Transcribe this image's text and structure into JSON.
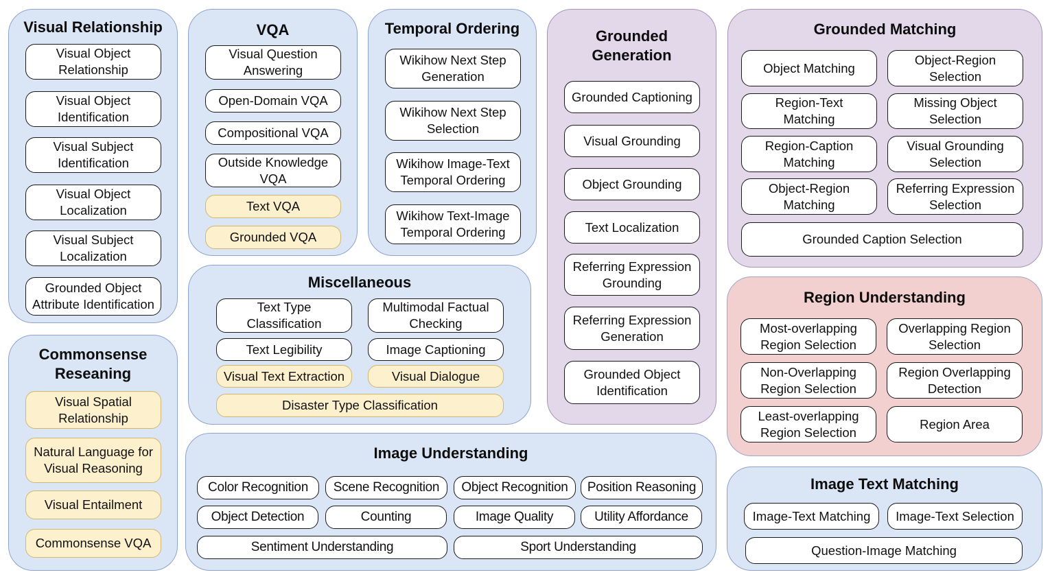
{
  "groups": {
    "visual_relationship": {
      "title": "Visual Relationship",
      "color": "blue",
      "items": [
        {
          "label": "Visual Object\nRelationship",
          "highlight": false
        },
        {
          "label": "Visual Object\nIdentification",
          "highlight": false
        },
        {
          "label": "Visual Subject\nIdentification",
          "highlight": false
        },
        {
          "label": "Visual Object\nLocalization",
          "highlight": false
        },
        {
          "label": "Visual Subject\nLocalization",
          "highlight": false
        },
        {
          "label": "Grounded Object\nAttribute Identification",
          "highlight": false
        }
      ]
    },
    "commonsense": {
      "title": "Commonsense\nReseaning",
      "color": "blue",
      "items": [
        {
          "label": "Visual Spatial\nRelationship",
          "highlight": true
        },
        {
          "label": "Natural Language for\nVisual Reasoning",
          "highlight": true
        },
        {
          "label": "Visual Entailment",
          "highlight": true
        },
        {
          "label": "Commonsense VQA",
          "highlight": true
        }
      ]
    },
    "vqa": {
      "title": "VQA",
      "color": "blue",
      "items": [
        {
          "label": "Visual Question\nAnswering",
          "highlight": false
        },
        {
          "label": "Open-Domain VQA",
          "highlight": false
        },
        {
          "label": "Compositional VQA",
          "highlight": false
        },
        {
          "label": "Outside Knowledge\nVQA",
          "highlight": false
        },
        {
          "label": "Text VQA",
          "highlight": true
        },
        {
          "label": "Grounded VQA",
          "highlight": true
        }
      ]
    },
    "temporal": {
      "title": "Temporal Ordering",
      "color": "blue",
      "items": [
        {
          "label": "Wikihow Next Step\nGeneration",
          "highlight": false
        },
        {
          "label": "Wikihow Next Step\nSelection",
          "highlight": false
        },
        {
          "label": "Wikihow Image-Text\nTemporal Ordering",
          "highlight": false
        },
        {
          "label": "Wikihow Text-Image\nTemporal Ordering",
          "highlight": false
        }
      ]
    },
    "misc": {
      "title": "Miscellaneous",
      "color": "blue",
      "items": [
        {
          "label": "Text Type\nClassification",
          "highlight": false
        },
        {
          "label": "Multimodal Factual\nChecking",
          "highlight": false
        },
        {
          "label": "Text Legibility",
          "highlight": false
        },
        {
          "label": "Image Captioning",
          "highlight": false
        },
        {
          "label": "Visual Text Extraction",
          "highlight": true
        },
        {
          "label": "Visual Dialogue",
          "highlight": true
        },
        {
          "label": "Disaster Type Classification",
          "highlight": true
        }
      ]
    },
    "grounded_generation": {
      "title": "Grounded\nGeneration",
      "color": "purple",
      "items": [
        {
          "label": "Grounded Captioning",
          "highlight": false
        },
        {
          "label": "Visual Grounding",
          "highlight": false
        },
        {
          "label": "Object Grounding",
          "highlight": false
        },
        {
          "label": "Text Localization",
          "highlight": false
        },
        {
          "label": "Referring Expression\nGrounding",
          "highlight": false
        },
        {
          "label": "Referring Expression\nGeneration",
          "highlight": false
        },
        {
          "label": "Grounded Object\nIdentification",
          "highlight": false
        }
      ]
    },
    "grounded_matching": {
      "title": "Grounded Matching",
      "color": "purple",
      "items": [
        {
          "label": "Object Matching",
          "highlight": false
        },
        {
          "label": "Object-Region\nSelection",
          "highlight": false
        },
        {
          "label": "Region-Text\nMatching",
          "highlight": false
        },
        {
          "label": "Missing Object\nSelection",
          "highlight": false
        },
        {
          "label": "Region-Caption\nMatching",
          "highlight": false
        },
        {
          "label": "Visual Grounding\nSelection",
          "highlight": false
        },
        {
          "label": "Object-Region\nMatching",
          "highlight": false
        },
        {
          "label": "Referring Expression\nSelection",
          "highlight": false
        },
        {
          "label": "Grounded Caption Selection",
          "highlight": false
        }
      ]
    },
    "region_understanding": {
      "title": "Region Understanding",
      "color": "pink",
      "items": [
        {
          "label": "Most-overlapping\nRegion Selection",
          "highlight": false
        },
        {
          "label": "Overlapping Region\nSelection",
          "highlight": false
        },
        {
          "label": "Non-Overlapping\nRegion Selection",
          "highlight": false
        },
        {
          "label": "Region Overlapping\nDetection",
          "highlight": false
        },
        {
          "label": "Least-overlapping\nRegion Selection",
          "highlight": false
        },
        {
          "label": "Region Area",
          "highlight": false
        }
      ]
    },
    "image_understanding": {
      "title": "Image Understanding",
      "color": "blue",
      "items": [
        {
          "label": "Color Recognition",
          "highlight": false
        },
        {
          "label": "Scene Recognition",
          "highlight": false
        },
        {
          "label": "Object Recognition",
          "highlight": false
        },
        {
          "label": "Position Reasoning",
          "highlight": false
        },
        {
          "label": "Object Detection",
          "highlight": false
        },
        {
          "label": "Counting",
          "highlight": false
        },
        {
          "label": "Image Quality",
          "highlight": false
        },
        {
          "label": "Utility Affordance",
          "highlight": false
        },
        {
          "label": "Sentiment Understanding",
          "highlight": false
        },
        {
          "label": "Sport Understanding",
          "highlight": false
        }
      ]
    },
    "image_text_matching": {
      "title": "Image Text Matching",
      "color": "blue",
      "items": [
        {
          "label": "Image-Text Matching",
          "highlight": false
        },
        {
          "label": "Image-Text Selection",
          "highlight": false
        },
        {
          "label": "Question-Image Matching",
          "highlight": false
        }
      ]
    }
  },
  "colors": {
    "blue_group": "#dae5f6",
    "purple_group": "#e2d8ea",
    "pink_group": "#f2d0cf",
    "highlight_item": "#fdf0cd",
    "default_item": "#ffffff"
  }
}
